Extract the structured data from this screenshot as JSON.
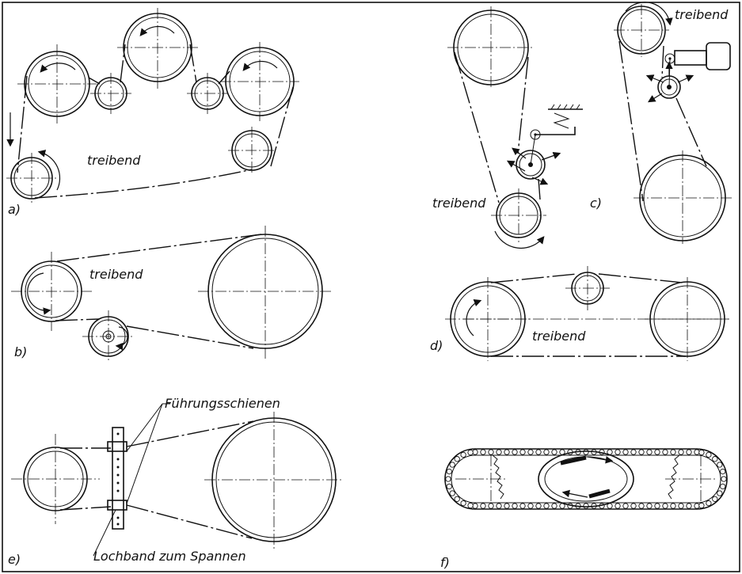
{
  "panels": {
    "a": {
      "letter": "a)",
      "driver": "treibend"
    },
    "b": {
      "letter": "b)",
      "driver": "treibend"
    },
    "c": {
      "letter": "c)",
      "driver_left": "treibend",
      "driver_right": "treibend"
    },
    "d": {
      "letter": "d)",
      "driver": "treibend"
    },
    "e": {
      "letter": "e)",
      "rails": "Führungsschienen",
      "tensioner": "Lochband zum Spannen"
    },
    "f": {
      "letter": "f)"
    }
  }
}
